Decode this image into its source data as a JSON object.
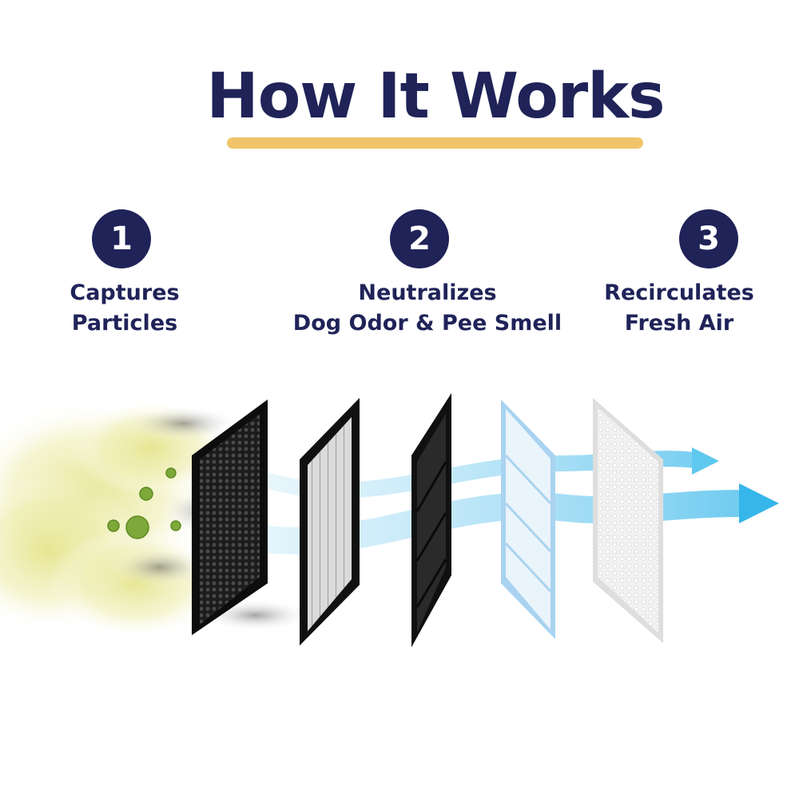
{
  "header": {
    "title": "How It Works"
  },
  "steps": [
    {
      "number": "1",
      "line1": "Captures",
      "line2": "Particles"
    },
    {
      "number": "2",
      "line1": "Neutralizes",
      "line2": "Dog Odor & Pee Smell"
    },
    {
      "number": "3",
      "line1": "Recirculates",
      "line2": "Fresh Air"
    }
  ],
  "colors": {
    "navy": "#1f2358",
    "accent_underline": "#f0c46a",
    "smoke_yellow": "#e8e59a",
    "air_flow_blue": "#5ec8ee"
  },
  "illustration": {
    "filter_layers": [
      "black-mesh-prefilter-icon",
      "hepa-filter-icon",
      "carbon-filter-icon",
      "blue-cotton-filter-icon",
      "white-mesh-filter-icon"
    ],
    "particles": "germ-particle-icon",
    "flow": "air-flow-arrow-icon"
  }
}
